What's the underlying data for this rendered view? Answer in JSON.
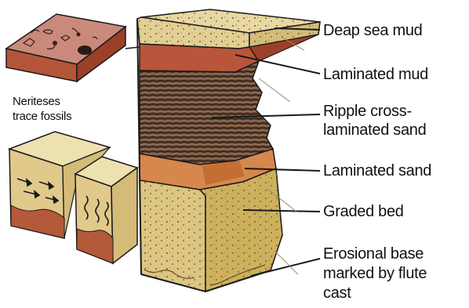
{
  "labels": {
    "deep_sea_mud": "Deap sea mud",
    "laminated_mud": "Laminated mud",
    "ripple_line1": "Ripple cross-",
    "ripple_line2": "laminated sand",
    "laminated_sand": "Laminated sand",
    "graded_bed": "Graded bed",
    "erosional_line1": "Erosional base",
    "erosional_line2": "marked by flute",
    "erosional_line3": "cast",
    "fossils_line1": "Neriteses",
    "fossils_line2": "trace fossils"
  },
  "colors": {
    "deep_sea_mud": "#e2cf94",
    "laminated_mud": "#b8553a",
    "ripple_sand_dark": "#3e2c22",
    "ripple_sand_light": "#8a6c52",
    "laminated_sand": "#d6874c",
    "graded_bed": "#dcc682",
    "graded_bed_side": "#cdb15d",
    "outline": "#1a1a1a"
  }
}
